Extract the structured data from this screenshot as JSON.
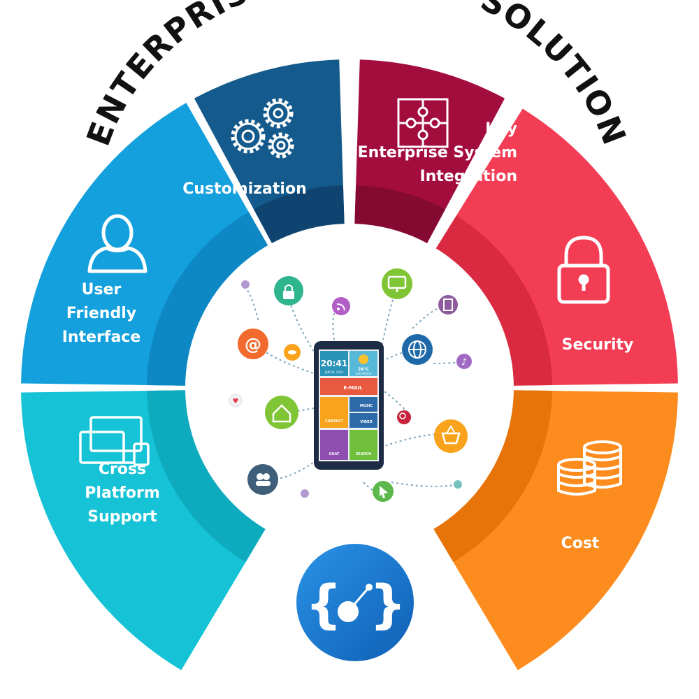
{
  "title": "ENTERPRISE MOBILITY SOLUTION",
  "segments": [
    {
      "id": "user-friendly-interface",
      "lines": [
        "User",
        "Friendly",
        "Interface"
      ],
      "color": "#13a0dc",
      "inner": "#0d88c4",
      "icon": "user-icon"
    },
    {
      "id": "customization",
      "lines": [
        "Customization"
      ],
      "color": "#145a8c",
      "inner": "#0f4470",
      "icon": "gears-icon"
    },
    {
      "id": "key-enterprise-system-integration",
      "lines": [
        "Key",
        "Enterprise System",
        "Integration"
      ],
      "color": "#a30d3e",
      "inner": "#850a32",
      "icon": "puzzle-icon"
    },
    {
      "id": "security",
      "lines": [
        "Security"
      ],
      "color": "#f23d55",
      "inner": "#d92a41",
      "icon": "lock-icon"
    },
    {
      "id": "cost",
      "lines": [
        "Cost"
      ],
      "color": "#fb8c1d",
      "inner": "#e77408",
      "icon": "coins-icon"
    },
    {
      "id": "cross-platform-support",
      "lines": [
        "Cross",
        "Platform",
        "Support"
      ],
      "color": "#16c3d6",
      "inner": "#0eabbf",
      "icon": "devices-icon"
    }
  ],
  "phone": {
    "time": "20:41",
    "date": "JAN 06, 2016",
    "weather": "24°C",
    "city": "SAO PAULO",
    "tiles": {
      "email": "E-MAIL",
      "contact": "CONTACT",
      "music": "MUSIC",
      "video": "VIDEO",
      "chat": "CHAT",
      "search": "SEARCH"
    }
  },
  "floating_icons": [
    "lock-icon",
    "monitor-icon",
    "rss-icon",
    "film-icon",
    "at-icon",
    "globe-icon",
    "home-icon",
    "basket-icon",
    "users-icon",
    "cursor-icon",
    "music-icon",
    "fish-icon",
    "search-icon",
    "heart-icon"
  ],
  "logo": {
    "icon": "code-brackets-logo-icon"
  },
  "colors": {
    "title": "#111111",
    "center_bg": "#ffffff",
    "logo": "#1a7ed4"
  }
}
